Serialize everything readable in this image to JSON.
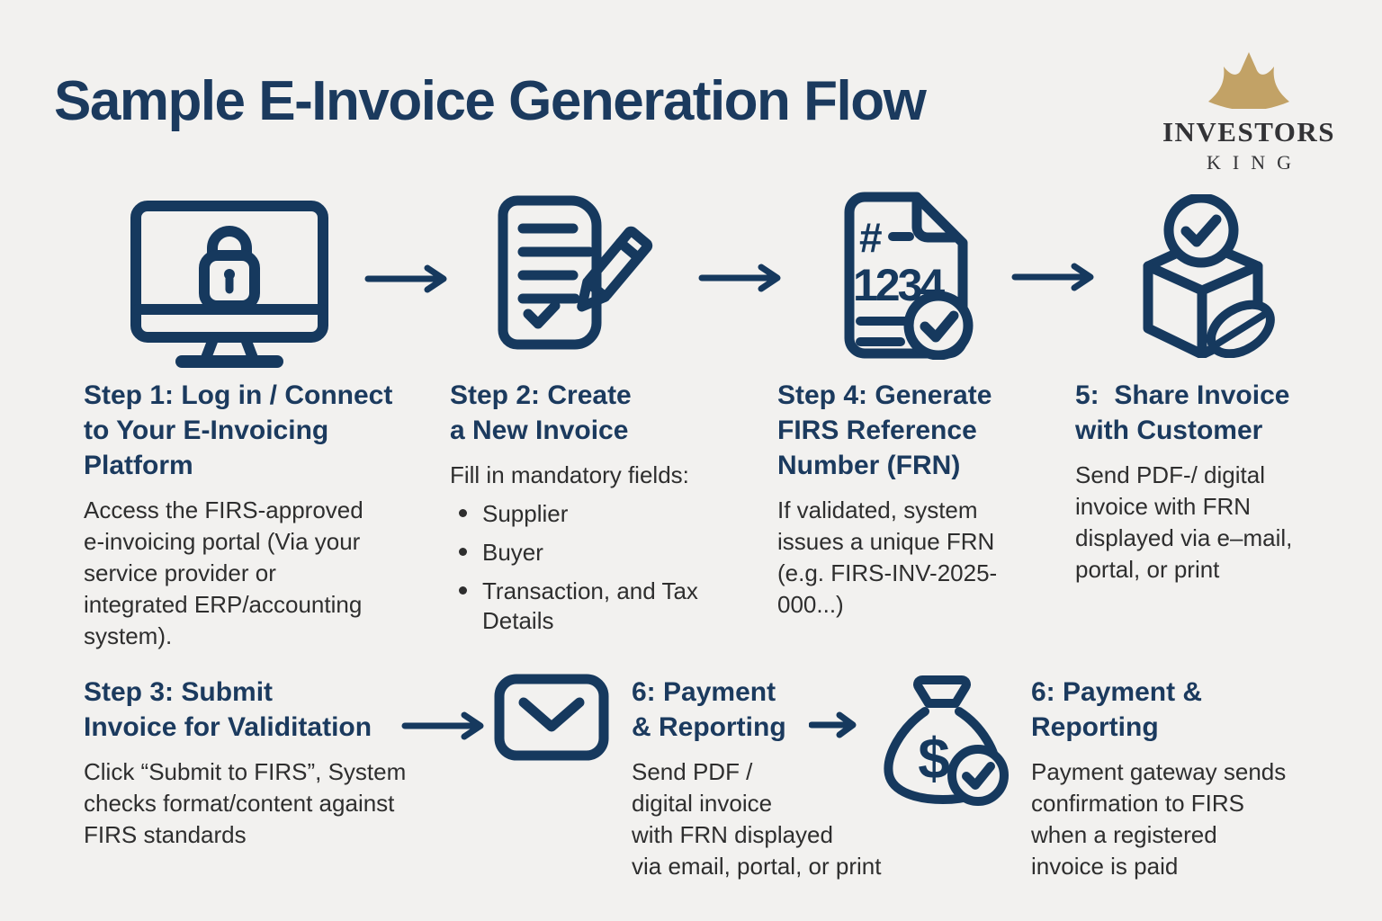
{
  "title": "Sample E-Invoice Generation Flow",
  "logo": {
    "name": "INVESTORS",
    "subtitle": "KING"
  },
  "colors": {
    "background": "#f2f1ef",
    "navy": "#1b3a5e",
    "body_text": "#2e2e2e",
    "gold": "#c2a266"
  },
  "icon_text": {
    "frn_hash": "#",
    "frn_number": "1234",
    "currency": "$"
  },
  "steps": [
    {
      "heading": "Step 1: Log in / Connect\nto Your E-Invoicing\nPlatform",
      "body": "Access the FIRS-approved\ne-invoicing portal (Via your\nservice provider or\nintegrated ERP/accounting\nsystem).",
      "icon": "monitor-lock"
    },
    {
      "heading": "Step 2: Create\na New Invoice",
      "body": "Fill in mandatory fields:",
      "bullets": [
        "Supplier",
        "Buyer",
        "Transaction, and Tax\nDetails"
      ],
      "icon": "invoice-edit"
    },
    {
      "heading": "Step 4: Generate\nFIRS Reference\nNumber (FRN)",
      "body": "If validated, system\nissues a unique FRN\n(e.g. FIRS-INV-2025-\n000...)",
      "icon": "frn-document"
    },
    {
      "heading": "5:  Share Invoice\nwith Customer",
      "body": "Send PDF-/ digital\ninvoice with FRN\ndisplayed via e–mail,\nportal, or print",
      "icon": "share-package"
    },
    {
      "heading": "Step 3: Submit\nInvoice for Validitation",
      "body": "Click “Submit to FIRS”, System\nchecks format/content against\nFIRS standards",
      "icon": null
    },
    {
      "heading": "6: Payment\n& Reporting",
      "body": "Send PDF /\ndigital invoice\nwith FRN displayed\nvia email, portal, or print",
      "icon": "envelope"
    },
    {
      "heading": "6: Payment &\nReporting",
      "body": "Payment gateway sends\nconfirmation to FIRS\nwhen a registered\ninvoice is paid",
      "icon": "money-bag"
    }
  ]
}
